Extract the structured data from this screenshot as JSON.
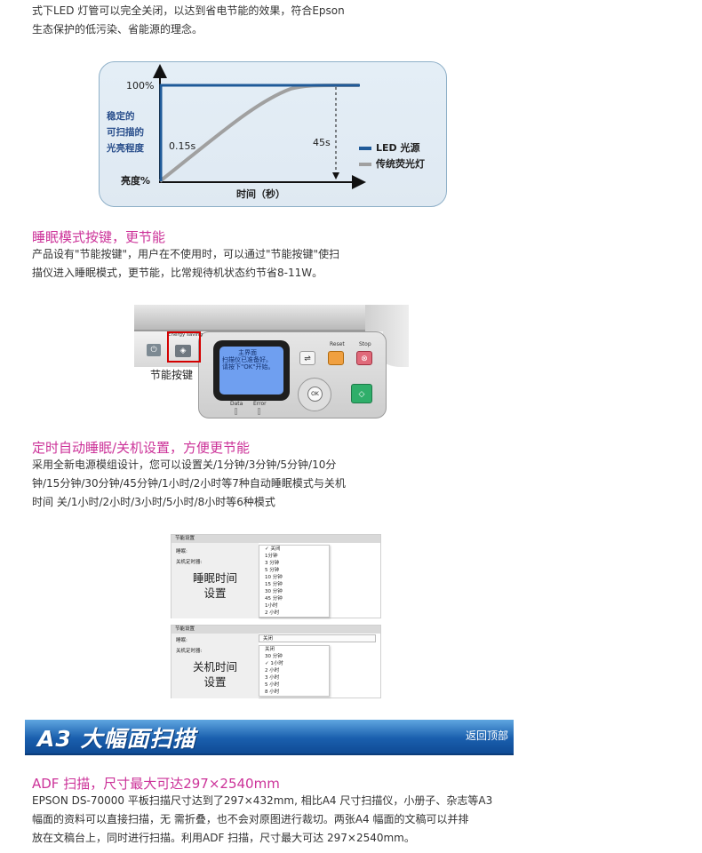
{
  "intro": {
    "line1": "式下LED 灯管可以完全关闭，以达到省电节能的效果，符合Epson",
    "line2": "生态保护的低污染、省能源的理念。"
  },
  "light_chart": {
    "y_top_label": "100%",
    "y_axis_label_lines": [
      "稳定的",
      "可扫描的",
      "光亮程度"
    ],
    "y_origin_label": "亮度%",
    "x_axis_label": "时间（秒）",
    "led_time_label": "0.15s",
    "fluorescent_time_label": "45s",
    "legend": [
      {
        "name": "LED 光源",
        "color": "#1f5a99"
      },
      {
        "name": "传统荧光灯",
        "color": "#a0a0a0"
      }
    ]
  },
  "sleep_section": {
    "heading": "睡眠模式按键，更节能",
    "line1": "产品设有\"节能按键\"，用户在不使用时，可以通过\"节能按键\"使扫",
    "line2": "描仪进入睡眠模式，更节能，比常规待机状态约节省8-11W。"
  },
  "scanner_panel": {
    "energy_label": "Energy saving",
    "key_label": "节能按键",
    "lcd_lines": [
      "主界面",
      "扫描仪已准备好。",
      "请按下\"OK\"开始。"
    ],
    "reset_label": "Reset",
    "stop_label": "Stop",
    "ok_label": "OK",
    "data_led_label": "Data",
    "error_led_label": "Error"
  },
  "timer_section": {
    "heading": "定时自动睡眠/关机设置，方便更节能",
    "line1": "采用全新电源模组设计，您可以设置关/1分钟/3分钟/5分钟/10分",
    "line2": "钟/15分钟/30分钟/45分钟/1小时/2小时等7种自动睡眠模式与关机",
    "line3": "时间 关/1小时/2小时/3小时/5小时/8小时等6种模式"
  },
  "sleep_settings": {
    "header": "节能设置",
    "row1": "睡眠:",
    "row2": "关机定时器:",
    "big_label_lines": [
      "睡眠时间",
      "设置"
    ],
    "options": [
      "✓ 关闭",
      "1分钟",
      "3 分钟",
      "5 分钟",
      "10 分钟",
      "15 分钟",
      "30 分钟",
      "45 分钟",
      "1小时",
      "2 小时"
    ]
  },
  "off_settings": {
    "header": "节能设置",
    "row1": "睡眠:",
    "row2": "关机定时器:",
    "selected_value": "关闭",
    "big_label_lines": [
      "关机时间",
      "设置"
    ],
    "options": [
      "关闭",
      "30 分钟",
      "✓ 1小时",
      "2 小时",
      "3 小时",
      "5 小时",
      "8 小时"
    ]
  },
  "banner": {
    "title": "A3 大幅面扫描",
    "back_to_top": "返回顶部"
  },
  "adf_section": {
    "heading": "ADF 扫描，尺寸最大可达297×2540mm",
    "line1": "EPSON DS-70000 平板扫描尺寸达到了297×432mm, 相比A4 尺寸扫描仪，小册子、杂志等A3",
    "line2": "幅面的资料可以直接扫描，无 需折叠，也不会对原图进行裁切。两张A4 幅面的文稿可以并排",
    "line3": "放在文稿台上，同时进行扫描。利用ADF 扫描，尺寸最大可达 297×2540mm。"
  }
}
